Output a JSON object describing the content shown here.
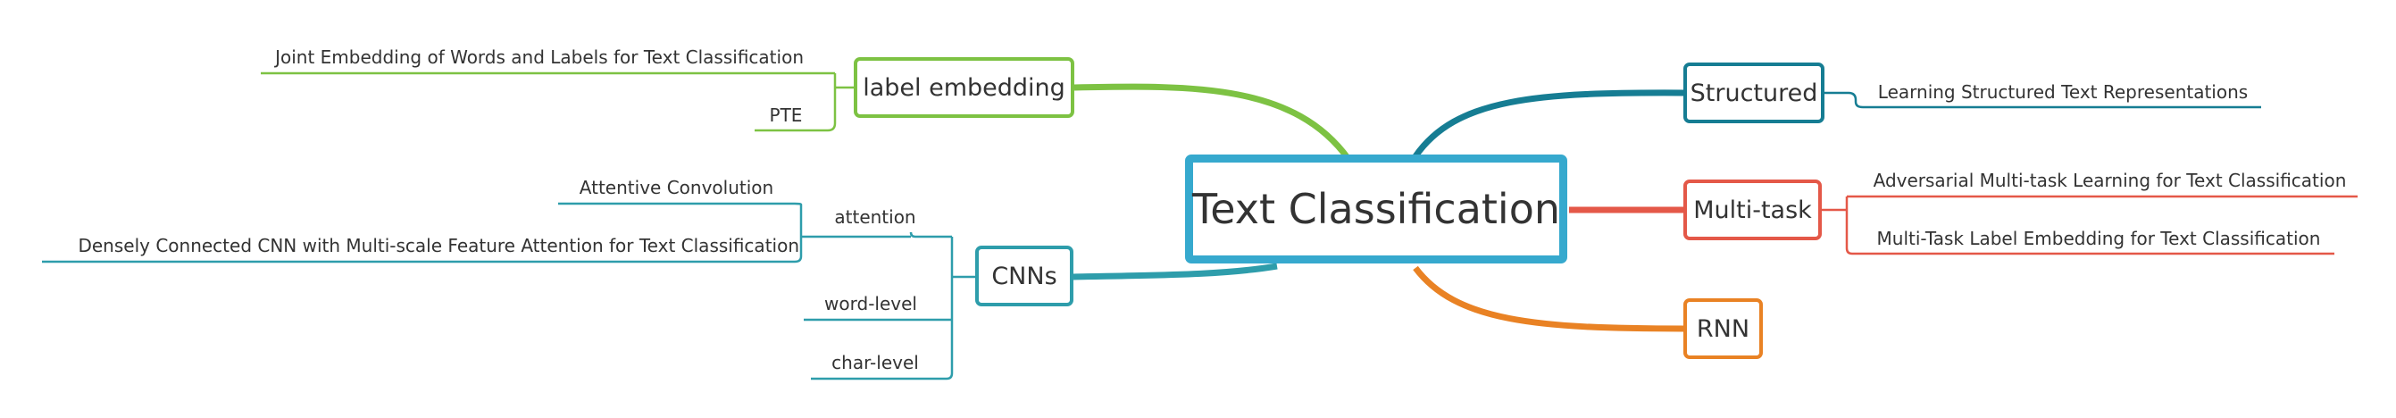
{
  "colors": {
    "root": "#36A9CE",
    "label_embedding": "#7DC243",
    "cnns": "#2E9DAB",
    "structured": "#167D93",
    "multitask": "#E45848",
    "rnn": "#E98224"
  },
  "root": {
    "label": "Text Classification"
  },
  "label_embedding": {
    "label": "label embedding",
    "children": [
      "Joint Embedding of Words and Labels for Text Classification",
      "PTE"
    ]
  },
  "cnns": {
    "label": "CNNs",
    "attention": {
      "label": "attention",
      "children": [
        "Attentive Convolution",
        "Densely Connected CNN with Multi-scale Feature Attention for Text Classification"
      ]
    },
    "word_level": "word-level",
    "char_level": "char-level"
  },
  "structured": {
    "label": "Structured",
    "children": [
      "Learning Structured Text Representations"
    ]
  },
  "multitask": {
    "label": "Multi-task",
    "children": [
      "Adversarial Multi-task Learning for Text Classification",
      "Multi-Task Label Embedding for Text Classification"
    ]
  },
  "rnn": {
    "label": "RNN"
  }
}
